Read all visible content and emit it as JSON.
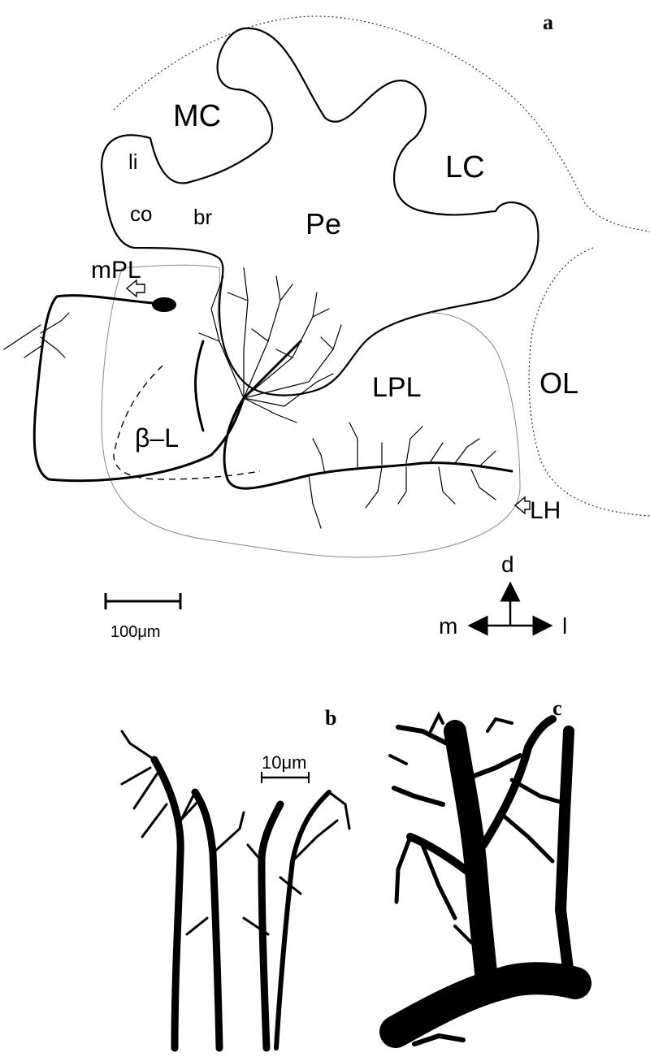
{
  "panels": {
    "a": "a",
    "b": "b",
    "c": "c"
  },
  "regions": {
    "mc": "MC",
    "lc": "LC",
    "li": "li",
    "co": "co",
    "br": "br",
    "pe": "Pe",
    "mpl": "mPL",
    "lpl": "LPL",
    "ol": "OL",
    "beta_l": "β–L",
    "lh": "LH"
  },
  "scale_bars": {
    "a": "100μm",
    "b": "10μm"
  },
  "orientation": {
    "dorsal": "d",
    "medial": "m",
    "lateral": "l"
  }
}
